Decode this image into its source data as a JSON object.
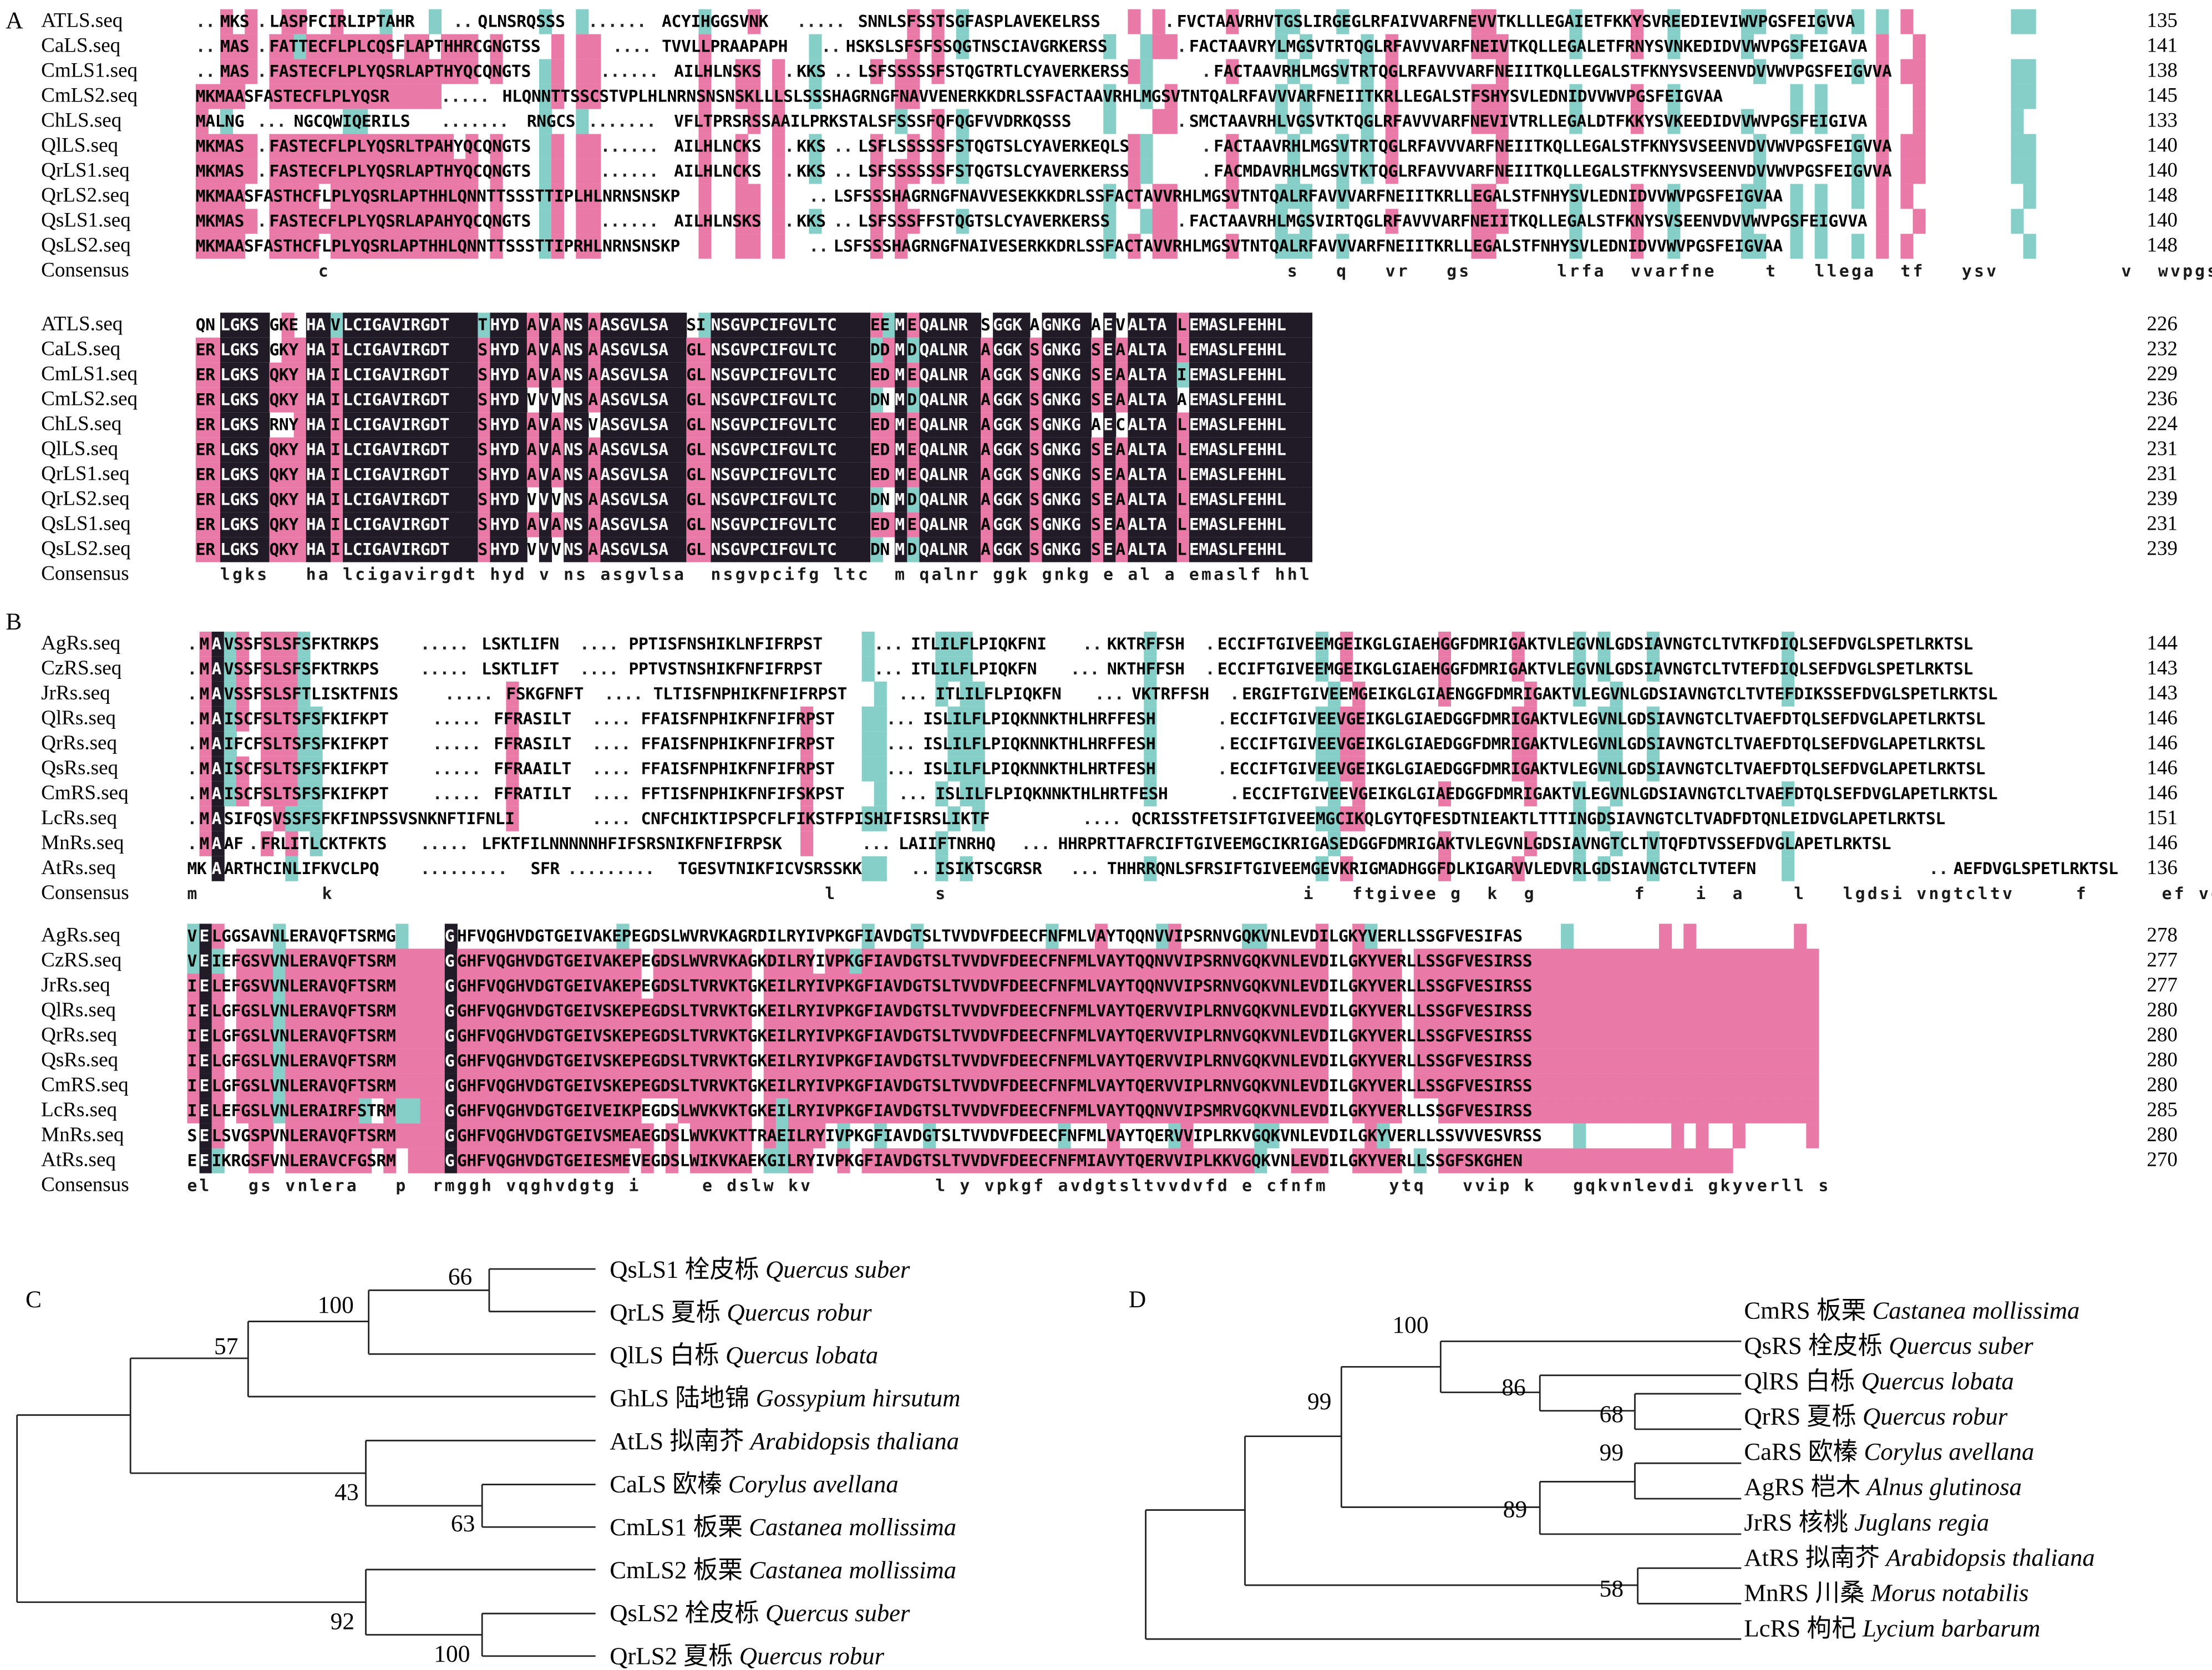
{
  "panels": {
    "A": {
      "letter": "A",
      "blocks": [
        {
          "rows": [
            {
              "name": "ATLS.seq",
              "seq": "..MKS.LASPFCIRLIPTAHR..QLNSRQSSS......ACYIHGGSVNK.....SNNLSFSSTSGFASPLAVEKELRSS.FVCTAAVRHVTGSLIRGEGLRFAIVVARFNEVVTKLLLEGAIETFKKYSVREEDIEVIWVPGSFEIGVVA",
              "end": "135"
            },
            {
              "name": "CaLS.seq",
              "seq": "..MAS.FATTECFLPLCQSFLAPTHHRCGNGTSS....TVVLLPRAAPAPH..HSKSLSFSFSSQGTNSCIAVGRKERSS.FACTAAVRYLMGSVTRTQGLRFAVVVARFNEIVTKQLLEGALETFRNYSVNKEDIDVVWVPGSFEIGAVA",
              "end": "141"
            },
            {
              "name": "CmLS1.seq",
              "seq": "..MAS.FASTECFLPLYQSRLAPTHYQCQNGTS......AILHLNSKS.KKS..LSFSSSSSFSTQGTRTLCYAVERKERSS.FACTAAVRHLMGSVTRTQGLRFAVVVARFNEIITKQLLEGALSTFKNYSVSEENVDVVWVPGSFEIGVVA",
              "end": "138"
            },
            {
              "name": "CmLS2.seq",
              "seq": "MKMAASFASTECFLPLYQSR.....HLQNNTTSSCSTVPLHLNRNSNSNSKLLLSLSSSHAGRNGFNAVVENERKKDRLSSFACTAAVRHLMGSVTNTQALRFAVVVARFNEIITKRLLEGALSTFSHYSVLEDNIDVVWVPGSFEIGVAA",
              "end": "145"
            },
            {
              "name": "ChLS.seq",
              "seq": "MALNG...NGCQWIQERILS.......RNGCS.......VFLTPRSRSSAAILPRKSTALSFSSSFQFQGFVVDRKQSSS.SMCTAAVRHLVGSVTKTQGLRFAVVVARFNEVIVTRLLEGALDTFKKYSVKEEDIDVVWVPGSFEIGIVA",
              "end": "133"
            },
            {
              "name": "QlLS.seq",
              "seq": "MKMAS.FASTECFLPLYQSRLTPAHYQCQNGTS......AILHLNCKS.KKS..LSFLSSSSSFSTQGTSLCYAVERKEQLS.FACTAAVRHLMGSVTRTQGLRFAVVVARFNEIITKQLLEGALSTFKNYSVSEENVDVVWVPGSFEIGVVA",
              "end": "140"
            },
            {
              "name": "QrLS1.seq",
              "seq": "MKMAS.FASTECFLPLYQSRLAPTHYQCQNGTS......AILHLNCKS.KKS..LSFSSSSSSFSTQGTSLCYAVERKERSS.FACMDAVRHLMGSVTKTQGLRFAVVVARFNEIITKQLLEGALSTFKNYSVSEENVDVVWVPGSFEIGVVA",
              "end": "140"
            },
            {
              "name": "QrLS2.seq",
              "seq": "MKMAASFASTHCFLPLYQSRLAPTHHLQNNTTSSSTTIPLHLNRNSNSKP..LSFSSSHAGRNGFNAVVESEKKKDRLSSFACTAVVRHLMGSVTNTQALRFAVVVARFNEIITKRLLEGALSTFNHYSVLEDNIDVVWVPGSFEIGVAA",
              "end": "148"
            },
            {
              "name": "QsLS1.seq",
              "seq": "MKMAS.FASTECFLPLYQSRLAPAHYQCQNGTS......AILHLNSKS.KKS..LSFSSSFFSTQGTSLCYAVERKERSS.FACTAAVRHLMGSVIRTQGLRFAVVVARFNEIITKQLLEGALSTFKNYSVSEENVDVVWVPGSFEIGVVA",
              "end": "140"
            },
            {
              "name": "QsLS2.seq",
              "seq": "MKMAASFASTHCFLPLYQSRLAPTHHLQNNTTSSSTTIPRHLNRNSNSKP..LSFSSSHAGRNGFNAIVESERKKDRLSSFACTAVVRHLMGSVTNTQALRFAVVVARFNEIITKRLLEGALSTFNHYSVLEDNIDVVWVPGSFEIGVAA",
              "end": "148"
            }
          ],
          "consensus": "          c                                                                              s   q   vr   gs       lrfa  vvarfne    t   llega  tf   ysv          v  wvpgsfeig   a"
        },
        {
          "rows": [
            {
              "name": "ATLS.seq",
              "seq": "QNLGKSGKEHAVLCIGAVIRGDTTHYDAVANSAASGVLSASINSGVPCIFGVLTCEEMEQALNRSGGKAGNKGAEVALTALEMASLFEHHL",
              "end": "226"
            },
            {
              "name": "CaLS.seq",
              "seq": "ERLGKSGKYHAILCIGAVIRGDTSHYDAVANSAASGVLSAGLNSGVPCIFGVLTCDDMDQALNRAGGKSGNKGSEAALTALEMASLFEHHL",
              "end": "232"
            },
            {
              "name": "CmLS1.seq",
              "seq": "ERLGKSQKYHAILCIGAVIRGDTSHYDAVANSAASGVLSAGLNSGVPCIFGVLTCEDMEQALNRAGGKSGNKGSEAALTAIEMASLFEHHL",
              "end": "229"
            },
            {
              "name": "CmLS2.seq",
              "seq": "ERLGKSQKYHAILCIGAVIRGDTSHYDVVVNSAASGVLSAGLNSGVPCIFGVLTCDNMDQALNRAGGKSGNKGSEAALTAAEMASLFEHHL",
              "end": "236"
            },
            {
              "name": "ChLS.seq",
              "seq": "ERLGKSRNYHAILCIGAVIRGDTSHYDAVANSVASGVLSAGLNSGVPCIFGVLTCEDMEQALNRAGGKSGNKGAECALTALEMASLFEHHL",
              "end": "224"
            },
            {
              "name": "QlLS.seq",
              "seq": "ERLGKSQKYHAILCIGAVIRGDTSHYDAVANSAASGVLSAGLNSGVPCIFGVLTCEDMEQALNRAGGKSGNKGSEAALTALEMASLFEHHL",
              "end": "231"
            },
            {
              "name": "QrLS1.seq",
              "seq": "ERLGKSQKYHAILCIGAVIRGDTSHYDAVANSAASGVLSAGLNSGVPCIFGVLTCEDMEQALNRAGGKSGNKGSEAALTALEMASLFEHHL",
              "end": "231"
            },
            {
              "name": "QrLS2.seq",
              "seq": "ERLGKSQKYHAILCIGAVIRGDTSHYDVVVNSAASGVLSAGLNSGVPCIFGVLTCDNMDQALNRAGGKSGNKGSEAALTALEMASLFEHHL",
              "end": "239"
            },
            {
              "name": "QsLS1.seq",
              "seq": "ERLGKSQKYHAILCIGAVIRGDTSHYDAVANSAASGVLSAGLNSGVPCIFGVLTCEDMEQALNRAGGKSGNKGSEAALTALEMASLFEHHL",
              "end": "231"
            },
            {
              "name": "QsLS2.seq",
              "seq": "ERLGKSQKYHAILCIGAVIRGDTSHYDVVVNSAASGVLSAGLNSGVPCIFGVLTCDNMDQALNRAGGKSGNKGSEAALTALEMASLFEHHL",
              "end": "239"
            }
          ],
          "consensus": "  lgks   ha lcigavirgdt hyd v ns asgvlsa  nsgvpcifg ltc  m qalnr ggk gnkg e al a emaslf hhl"
        }
      ]
    },
    "B": {
      "letter": "B",
      "blocks": [
        {
          "rows": [
            {
              "name": "AgRs.seq",
              "seq": ".MAVSSFSLSFSFKTRKPS.....LSKTLIFN....PPTISFNSHIKLNFIFRPST...ITLILFLPIQKFNI..KKTRFFSH.ECCIFTGIVEEMGEIKGLGIAEHGGFDMRIGAKTVLEGVNLGDSIAVNGTCLTVTKFDIQLSEFDVGLSPETLRKTSL",
              "end": "144"
            },
            {
              "name": "CzRS.seq",
              "seq": ".MAVSSFSLSFSFKTRKPS.....LSKTLIFT....PPTVSTNSHIKFNFIFRPST...ITLILFLPIQKFN...NKTHFFSH.ECCIFTGIVEEMGEIKGLGIAEHGGFDMRIGAKTVLEGVNLGDSIAVNGTCLTVTEFDIQLSEFDVGLSPETLRKTSL",
              "end": "143"
            },
            {
              "name": "JrRs.seq",
              "seq": ".MAVSSFSLSFTLISKTFNIS.....FSKGFNFT....TLTISFNPHIKFNFIFRPST...ITLILFLPIQKFN...VKTRFFSH.ERGIFTGIVEEMGEIKGLGIAENGGFDMRIGAKTVLEGVNLGDSIAVNGTCLTVTEFDIKSSEFDVGLSPETLRKTSL",
              "end": "143"
            },
            {
              "name": "QlRs.seq",
              "seq": ".MAISCFSLTSFSFKIFKPT.....FFRASILT....FFAISFNPHIKFNFIFRPST...ISLILFLPIQKNNKTHLHRFFESH.ECCIFTGIVEEVGEIKGLGIAEDGGFDMRIGAKTVLEGVNLGDSIAVNGTCLTVAEFDTQLSEFDVGLAPETLRKTSL",
              "end": "146"
            },
            {
              "name": "QrRs.seq",
              "seq": ".MAIFCFSLTSFSFKIFKPT.....FFRASILT....FFAISFNPHIKFNFIFRPST...ISLILFLPIQKNNKTHLHRFFESH.ECCIFTGIVEEVGEIKGLGIAEDGGFDMRIGAKTVLEGVNLGDSIAVNGTCLTVAEFDTQLSEFDVGLAPETLRKTSL",
              "end": "146"
            },
            {
              "name": "QsRs.seq",
              "seq": ".MAISCFSLTSFSFKIFKPT.....FFRAAILT....FFAISFNPHIKFNFIFRPST...ISLILFLPIQKNNKTHLHRTFESH.ECCIFTGIVEEVGEIKGLGIAEDGGFDMRIGAKTVLEGVNLGDSIAVNGTCLTVAEFDTQLSEFDVGLAPETLRKTSL",
              "end": "146"
            },
            {
              "name": "CmRS.seq",
              "seq": ".MAISCFSLTSFSFKIFKPT.....FFRATILT....FFTISFNPHIKFNFIFSKPST...ISLILFLPIQKNNKTHLHRTFESH.ECCIFTGIVEEVGEIKGLGIAEDGGFDMRIGAKTVLEGVNLGDSIAVNGTCLTVAEFDTQLSEFDVGLAPETLRKTSL",
              "end": "146"
            },
            {
              "name": "LcRs.seq",
              "seq": ".MASIFQSVSSFSFKFINPSSVSNKNFTIFNLI....CNFCHIKTIPSPCFLFIKSTFPISHIFISRSLIKTF....QCRISSTFETSIFTGIVEEMGCIKQLGYTQFESDTNIEAKTLTTTINGDSIAVNGTCLTVADFDTQNLEIDVGLAPETLRKTSL",
              "end": "151"
            },
            {
              "name": "MnRs.seq",
              "seq": ".MAAF.FRLITLCKTFKTS.....LFKTFILNNNNNHFIFSRSNIKFNFIFRPSK...LAIIFTNRHQ...HHRPRTTAFRCIFTGIVEEMGCIKRIGASEDGGFDMRIGAKTVLEGVNLGDSIAVNGTCLTVTQFDTVSSEFDVGLAPETLRKTSL",
              "end": "146"
            },
            {
              "name": "AtRs.seq",
              "seq": "MKAARTHCINLIFKVCLPQ.........SFR.........TGESVTNIKFICVSRSSKK..ISIKTSCGRSR...THHRRQNLSFRSIFTGIVEEMGEVKRIGMADHGGFDLKIGARVVLEDVRLGDSIAVNGTCLTVTEFN..AEFDVGLSPETLRKTSL",
              "end": "136"
            }
          ],
          "consensus": "m          k                                        l        s                             i   ftgivee g  k  g        f    i  a    l   lgdsi vngtcltv     f      ef vgl  petlrktsl"
        },
        {
          "rows": [
            {
              "name": "AgRs.seq",
              "seq": "VELGGSAVNLERAVQFTSRMGGHFVQGHVDGTGEIVAKEPEGDSLWVRVKAGRDILRYIVPKGFIAVDGTSLTVVDVFDEECFNFMLVAYTQQNVVIPSRNVGQKVNLEVDILGKYVERLLSSGFVESIFAS",
              "end": "278"
            },
            {
              "name": "CzRS.seq",
              "seq": "VEIEFGSVVNLERAVQFTSRMGGHFVQGHVDGTGEIVAKEPEGDSLWVRVKAGKDILRYIVPKGFIAVDGTSLTVVDVFDEECFNFMLVAYTQQNVVIPSRNVGQKVNLEVDILGKYVERLLSSGFVESIRSS",
              "end": "277"
            },
            {
              "name": "JrRs.seq",
              "seq": "IELEFGSVVNLERAVQFTSRMGGHFVQGHVDGTGEIVAKEPEGDSLTVRVKTGKEILRYIVPKGFIAVDGTSLTVVDVFDEECFNFMLVAYTQQNVVIPSRNVGQKVNLEVDILGKYVERLLSSGFVESIRSS",
              "end": "277"
            },
            {
              "name": "QlRs.seq",
              "seq": "IELGFGSLVNLERAVQFTSRMGGHFVQGHVDGTGEIVSKEPEGDSLTVRVKTGKEILRYIVPKGFIAVDGTSLTVVDVFDEECFNFMLVAYTQERVVIPLRNVGQKVNLEVDILGKYVERLLSSGFVESIRSS",
              "end": "280"
            },
            {
              "name": "QrRs.seq",
              "seq": "IELGFGSLVNLERAVQFTSRMGGHFVQGHVDGTGEIVSKEPEGDSLTVRVKTGKEILRYIVPKGFIAVDGTSLTVVDVFDEECFNFMLVAYTQERVVIPLRNVGQKVNLEVDILGKYVERLLSSGFVESIRSS",
              "end": "280"
            },
            {
              "name": "QsRs.seq",
              "seq": "IELGFGSLVNLERAVQFTSRMGGHFVQGHVDGTGEIVSKEPEGDSLTVRVKTGKEILRYIVPKGFIAVDGTSLTVVDVFDEECFNFMLVAYTQERVVIPLRNVGQKVNLEVDILGKYVERLLSSGFVESIRSS",
              "end": "280"
            },
            {
              "name": "CmRS.seq",
              "seq": "IELGFGSLVNLERAVQFTSRMGGHFVQGHVDGTGEIVSKEPEGDSLTVRVKTGKEILRYIVPKGFIAVDGTSLTVVDVFDEECFNFMLVAYTQERVVIPLRNVGQKVNLEVDILGKYVERLLSSGFVESIRSS",
              "end": "280"
            },
            {
              "name": "LcRs.seq",
              "seq": "IELEFGSLVNLERAIRFSTRMGGHFVQGHVDGTGEIVEIKPEGDSLWVKVKTGKEILRYIVPKGFIAVDGTSLTVVDVFDEECFNFMLVAYTQQNVVIPSMRVGQKVNLEVDILGKYVERLLSSGFVESIRSS",
              "end": "285"
            },
            {
              "name": "MnRs.seq",
              "seq": "SELSVGSPVNLERAVQFTSRMGGHFVQGHVDGTGEIVSMEAEGDSLWVKVKTTRAEILRYIVPKGFIAVDGTSLTVVDVFDEECFNFMLVAYTQERVVIPLRKVGQKVNLEVDILGKYVERLLSSVVVESVRSS",
              "end": "280"
            },
            {
              "name": "AtRs.seq",
              "seq": "EEIKRGSFVNLERAVCFGSRMGGHFVQGHVDGTGEIESMEVEGDSLWIKVKAEKGILRYIVPKGFIAVDGTSLTVVDVFDEECFNFMIAVYTQERVVIPLKKVGQKVNLEVDILGKYVERLLSSGFSKGHEN",
              "end": "270"
            }
          ],
          "consensus": "el   gs vnlera   p  rmggh vqghvdgtg i     e dslw kv          l y vpkgf avdgtsltvvdvfd e cfnfm     ytq   vvip k   gqkvnlevdi gkyverll s"
        }
      ]
    },
    "C": {
      "letter": "C",
      "leaves": [
        {
          "code": "QsLS1",
          "cn": "栓皮栎",
          "latin": "Quercus suber"
        },
        {
          "code": "QrLS",
          "cn": "夏栎",
          "latin": "Quercus robur"
        },
        {
          "code": "QlLS",
          "cn": "白栎",
          "latin": "Quercus lobata"
        },
        {
          "code": "GhLS",
          "cn": "陆地锦",
          "latin": "Gossypium hirsutum"
        },
        {
          "code": "AtLS",
          "cn": "拟南芥",
          "latin": "Arabidopsis thaliana"
        },
        {
          "code": "CaLS",
          "cn": "欧榛",
          "latin": "Corylus avellana"
        },
        {
          "code": "CmLS1",
          "cn": "板栗",
          "latin": "Castanea mollissima"
        },
        {
          "code": "CmLS2",
          "cn": "板栗",
          "latin": "Castanea mollissima"
        },
        {
          "code": "QsLS2",
          "cn": "栓皮栎",
          "latin": "Quercus suber"
        },
        {
          "code": "QrLS2",
          "cn": "夏栎",
          "latin": "Quercus robur"
        }
      ],
      "bootstraps": [
        "66",
        "100",
        "57",
        "43",
        "63",
        "92",
        "100"
      ]
    },
    "D": {
      "letter": "D",
      "leaves": [
        {
          "code": "CmRS",
          "cn": "板栗",
          "latin": "Castanea mollissima"
        },
        {
          "code": "QsRS",
          "cn": "栓皮栎",
          "latin": "Quercus suber"
        },
        {
          "code": "QlRS",
          "cn": "白栎",
          "latin": "Quercus lobata"
        },
        {
          "code": "QrRS",
          "cn": "夏栎",
          "latin": "Quercus robur"
        },
        {
          "code": "CaRS",
          "cn": "欧榛",
          "latin": "Corylus avellana"
        },
        {
          "code": "AgRS",
          "cn": "桤木",
          "latin": "Alnus glutinosa"
        },
        {
          "code": "JrRS",
          "cn": "核桃",
          "latin": "Juglans regia"
        },
        {
          "code": "AtRS",
          "cn": "拟南芥",
          "latin": "Arabidopsis thaliana"
        },
        {
          "code": "MnRS",
          "cn": "川桑",
          "latin": "Morus notabilis"
        },
        {
          "code": "LcRS",
          "cn": "枸杞",
          "latin": "Lycium barbarum"
        }
      ],
      "bootstraps": [
        "100",
        "86",
        "68",
        "99",
        "99",
        "89",
        "58"
      ]
    }
  },
  "shading_colors": {
    "identical": "#201b27",
    "high_similarity": "#e97aa8",
    "low_similarity": "#86cfc8",
    "none": "#ffffff"
  }
}
